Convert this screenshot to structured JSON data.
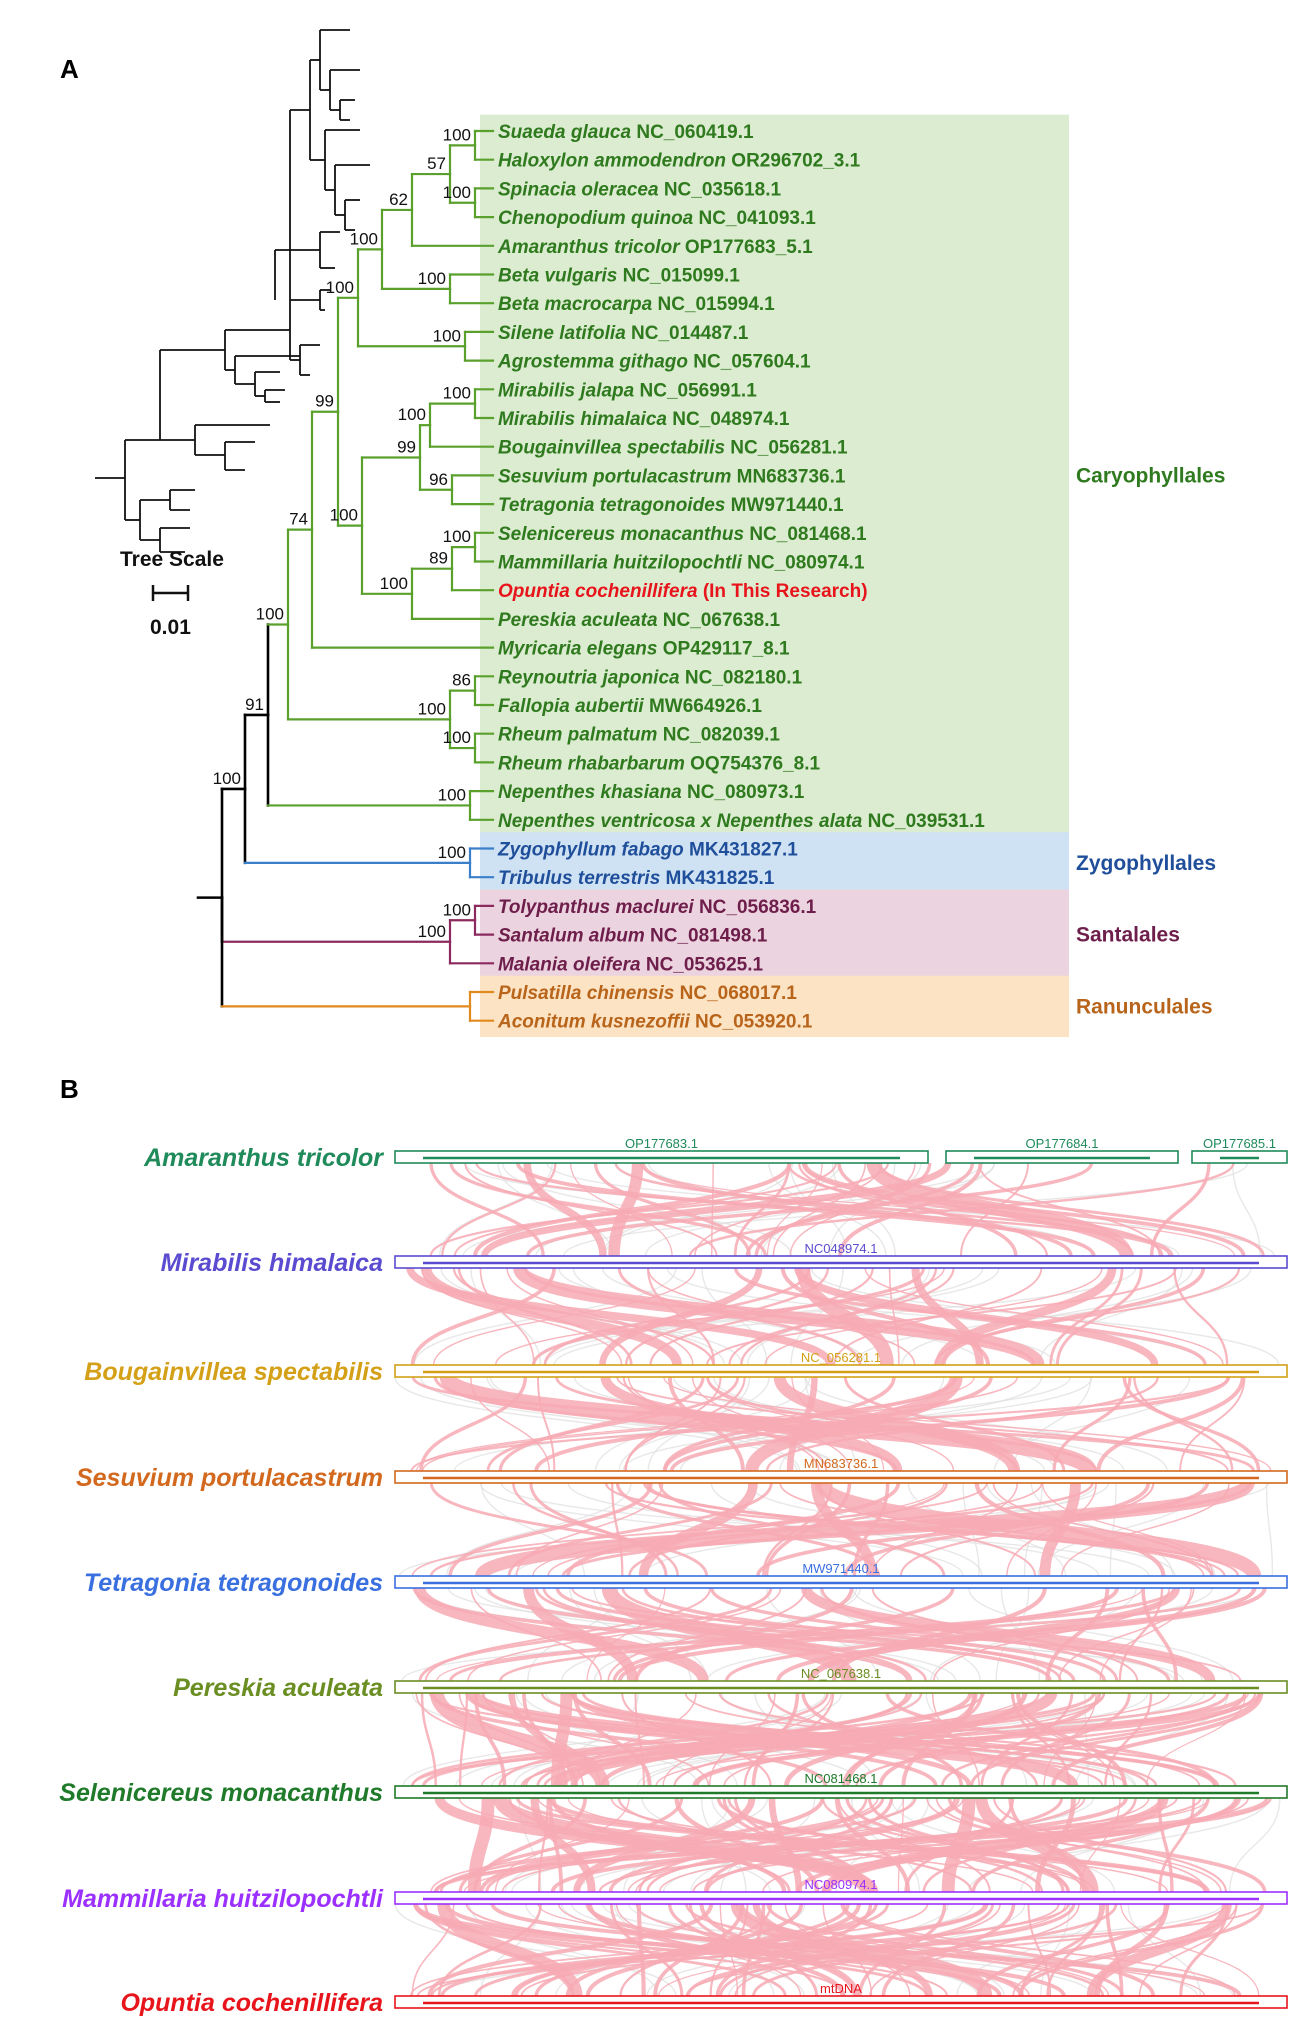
{
  "panel_a": {
    "letter": "A",
    "scale": {
      "title": "Tree Scale",
      "value": "0.01"
    },
    "clade_colors": {
      "Caryophyllales": "#5aa02c",
      "Zygophyllales": "#3a7fc9",
      "Santalales": "#8b2a5e",
      "Ranunculales": "#e28a1e",
      "highlight": "#e8141c"
    },
    "order_boxes": [
      {
        "name": "Caryophyllales",
        "bg": "#dcecd0",
        "text_color": "#2f7a1e",
        "first_tip": 0,
        "last_tip": 24
      },
      {
        "name": "Zygophyllales",
        "bg": "#cfe2f3",
        "text_color": "#1f4e9a",
        "first_tip": 25,
        "last_tip": 26
      },
      {
        "name": "Santalales",
        "bg": "#ecd3e0",
        "text_color": "#6e1e4a",
        "first_tip": 27,
        "last_tip": 29
      },
      {
        "name": "Ranunculales",
        "bg": "#fbe3c4",
        "text_color": "#b8641a",
        "first_tip": 30,
        "last_tip": 31
      }
    ],
    "tips": [
      {
        "species": "Suaeda glauca",
        "accession": "NC_060419.1",
        "color": "#2f7a1e"
      },
      {
        "species": "Haloxylon ammodendron",
        "accession": "OR296702_3.1",
        "color": "#2f7a1e"
      },
      {
        "species": "Spinacia oleracea",
        "accession": "NC_035618.1",
        "color": "#2f7a1e"
      },
      {
        "species": "Chenopodium quinoa",
        "accession": "NC_041093.1",
        "color": "#2f7a1e"
      },
      {
        "species": "Amaranthus tricolor",
        "accession": "OP177683_5.1",
        "color": "#2f7a1e"
      },
      {
        "species": "Beta vulgaris",
        "accession": "NC_015099.1",
        "color": "#2f7a1e"
      },
      {
        "species": "Beta macrocarpa",
        "accession": "NC_015994.1",
        "color": "#2f7a1e"
      },
      {
        "species": "Silene latifolia",
        "accession": "NC_014487.1",
        "color": "#2f7a1e"
      },
      {
        "species": "Agrostemma githago",
        "accession": "NC_057604.1",
        "color": "#2f7a1e"
      },
      {
        "species": "Mirabilis jalapa",
        "accession": "NC_056991.1",
        "color": "#2f7a1e"
      },
      {
        "species": "Mirabilis himalaica",
        "accession": "NC_048974.1",
        "color": "#2f7a1e"
      },
      {
        "species": "Bougainvillea spectabilis",
        "accession": "NC_056281.1",
        "color": "#2f7a1e"
      },
      {
        "species": "Sesuvium portulacastrum",
        "accession": "MN683736.1",
        "color": "#2f7a1e"
      },
      {
        "species": "Tetragonia tetragonoides",
        "accession": "MW971440.1",
        "color": "#2f7a1e"
      },
      {
        "species": "Selenicereus monacanthus",
        "accession": "NC_081468.1",
        "color": "#2f7a1e"
      },
      {
        "species": "Mammillaria huitzilopochtli",
        "accession": "NC_080974.1",
        "color": "#2f7a1e"
      },
      {
        "species": "Opuntia cochenillifera",
        "accession": "(In This Research)",
        "color": "#e8141c"
      },
      {
        "species": "Pereskia aculeata",
        "accession": "NC_067638.1",
        "color": "#2f7a1e"
      },
      {
        "species": "Myricaria elegans",
        "accession": "OP429117_8.1",
        "color": "#2f7a1e"
      },
      {
        "species": "Reynoutria japonica",
        "accession": "NC_082180.1",
        "color": "#2f7a1e"
      },
      {
        "species": "Fallopia aubertii",
        "accession": "MW664926.1",
        "color": "#2f7a1e"
      },
      {
        "species": "Rheum palmatum",
        "accession": "NC_082039.1",
        "color": "#2f7a1e"
      },
      {
        "species": "Rheum rhabarbarum",
        "accession": "OQ754376_8.1",
        "color": "#2f7a1e"
      },
      {
        "species": "Nepenthes khasiana",
        "accession": "NC_080973.1",
        "color": "#2f7a1e"
      },
      {
        "species": "Nepenthes ventricosa x Nepenthes alata",
        "accession": "NC_039531.1",
        "color": "#2f7a1e"
      },
      {
        "species": "Zygophyllum fabago",
        "accession": "MK431827.1",
        "color": "#1f4e9a"
      },
      {
        "species": "Tribulus terrestris",
        "accession": "MK431825.1",
        "color": "#1f4e9a"
      },
      {
        "species": "Tolypanthus maclurei",
        "accession": "NC_056836.1",
        "color": "#6e1e4a"
      },
      {
        "species": "Santalum album",
        "accession": "NC_081498.1",
        "color": "#6e1e4a"
      },
      {
        "species": "Malania oleifera",
        "accession": "NC_053625.1",
        "color": "#6e1e4a"
      },
      {
        "species": "Pulsatilla chinensis",
        "accession": "NC_068017.1",
        "color": "#b8641a"
      },
      {
        "species": "Aconitum kusnezoffii",
        "accession": "NC_053920.1",
        "color": "#b8641a"
      }
    ],
    "support_values": [
      "100",
      "57",
      "100",
      "62",
      "100",
      "100",
      "100",
      "100",
      "100",
      "100",
      "99",
      "96",
      "100",
      "100",
      "89",
      "100",
      "99",
      "74",
      "86",
      "100",
      "100",
      "100",
      "100",
      "91",
      "100",
      "100",
      "100"
    ]
  },
  "panel_b": {
    "letter": "B",
    "link_color": "#f7aab4",
    "tracks": [
      {
        "species": "Amaranthus tricolor",
        "color": "#1f8a5a",
        "segments": [
          "OP177683.1",
          "OP177684.1",
          "OP177685.1"
        ]
      },
      {
        "species": "Mirabilis himalaica",
        "color": "#5a4bd0",
        "segments": [
          "NC048974.1"
        ]
      },
      {
        "species": "Bougainvillea spectabilis",
        "color": "#d4a017",
        "segments": [
          "NC_056281.1"
        ]
      },
      {
        "species": "Sesuvium portulacastrum",
        "color": "#d2691e",
        "segments": [
          "MN683736.1"
        ]
      },
      {
        "species": "Tetragonia tetragonoides",
        "color": "#3a6fe0",
        "segments": [
          "MW971440.1"
        ]
      },
      {
        "species": "Pereskia aculeata",
        "color": "#6b8e23",
        "segments": [
          "NC_067638.1"
        ]
      },
      {
        "species": "Selenicereus monacanthus",
        "color": "#1f7a2a",
        "segments": [
          "NC081468.1"
        ]
      },
      {
        "species": "Mammillaria huitzilopochtli",
        "color": "#9b30ff",
        "segments": [
          "NC080974.1"
        ]
      },
      {
        "species": "Opuntia cochenillifera",
        "color": "#e8141c",
        "segments": [
          "mtDNA"
        ]
      }
    ]
  }
}
